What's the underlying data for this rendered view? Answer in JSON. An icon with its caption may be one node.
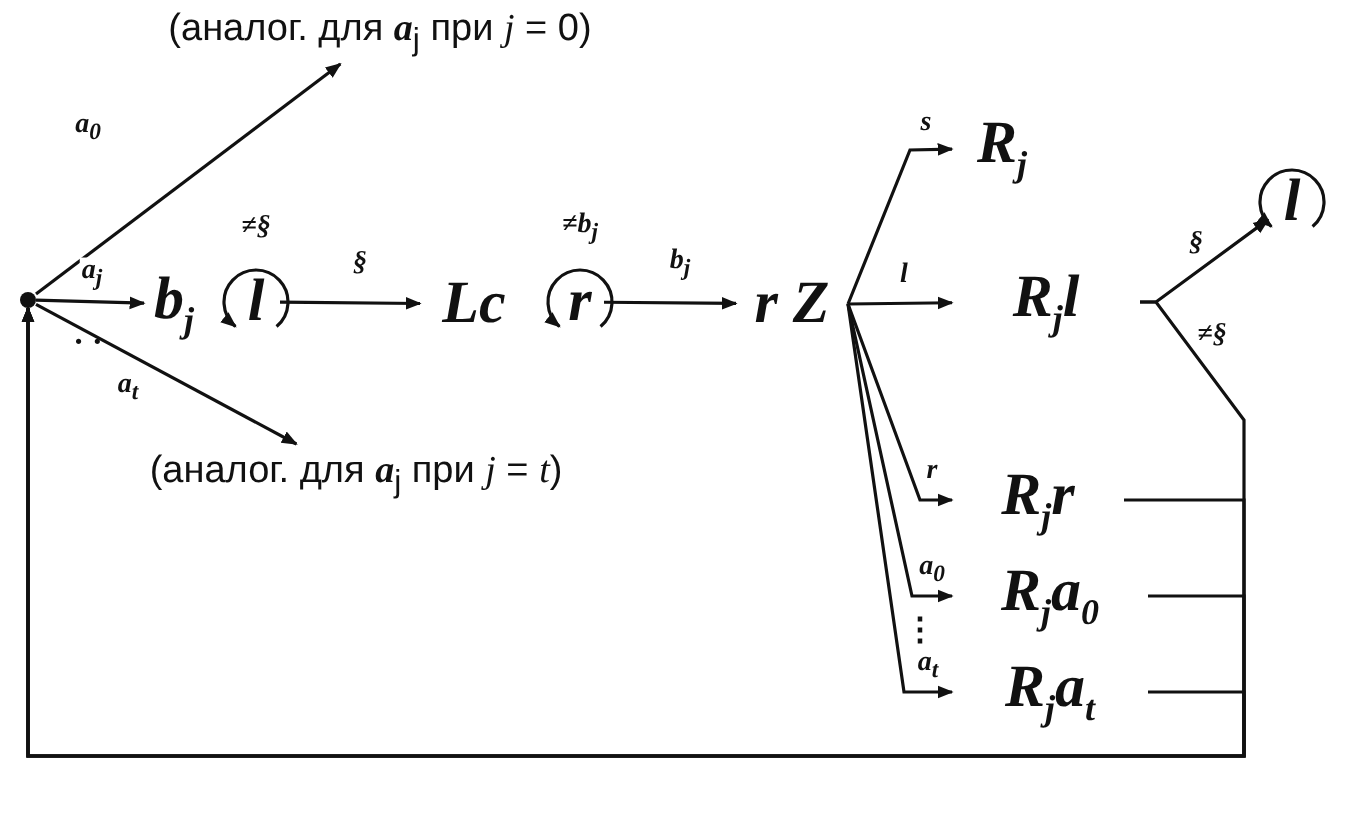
{
  "diagram": {
    "nodes": [
      {
        "text": [],
        "shape": "circle"
      },
      {
        "text": [
          "(аналог. для **a**$_{j}$ при *j* = 0)"
        ]
      },
      {
        "text": [
          "b$_{j}$"
        ]
      },
      {
        "text": [
          "l"
        ]
      },
      {
        "text": [
          "Lc"
        ]
      },
      {
        "text": [
          "r"
        ]
      },
      {
        "text": [
          "r Z"
        ]
      },
      {
        "text": [
          "R$_{j}$"
        ]
      },
      {
        "text": [
          "R$_{j}$l"
        ]
      },
      {
        "text": [
          "l"
        ]
      },
      {
        "text": [
          "R$_{j}$r"
        ]
      },
      {
        "text": [
          "R$_{j}$a$_{0}$"
        ]
      },
      {
        "text": [
          "R$_{j}$a$_{t}$"
        ]
      },
      {
        "text": [
          "(аналог. для **a**$_{j}$ при *j* = *t*)"
        ]
      }
    ],
    "edges": [
      {
        "from": 0,
        "to": 1,
        "arrow": "to",
        "label": "a$_{0}$"
      },
      {
        "from": 0,
        "to": 2,
        "arrow": "to",
        "label": "a$_{j}$"
      },
      {
        "from": 0,
        "to": 13,
        "arrow": "to",
        "label": "a$_{t}$"
      },
      {
        "from": 3,
        "to": 3,
        "arrow": "to",
        "label": "≠§"
      },
      {
        "from": 3,
        "to": 4,
        "arrow": "to",
        "label": "§"
      },
      {
        "from": 5,
        "to": 5,
        "arrow": "to",
        "label": "≠b$_{j}$"
      },
      {
        "from": 5,
        "to": 6,
        "arrow": "to",
        "label": "b$_{j}$"
      },
      {
        "from": 6,
        "to": 7,
        "arrow": "to",
        "label": "s"
      },
      {
        "from": 6,
        "to": 8,
        "arrow": "to",
        "label": "l"
      },
      {
        "from": 6,
        "to": 10,
        "arrow": "to",
        "label": "r"
      },
      {
        "from": 6,
        "to": 11,
        "arrow": "to",
        "label": "a$_{0}$"
      },
      {
        "from": 6,
        "to": 12,
        "arrow": "to",
        "label": "a$_{t}$"
      },
      {
        "from": 8,
        "to": 9,
        "arrow": "to",
        "label": "§"
      },
      {
        "from": 9,
        "to": 9,
        "arrow": "to"
      },
      {
        "from": 8,
        "to": 0,
        "arrow": "to",
        "label": "≠§"
      },
      {
        "from": 10,
        "to": 0,
        "arrow": "to"
      },
      {
        "from": 11,
        "to": 0,
        "arrow": "to"
      },
      {
        "from": 12,
        "to": 0,
        "arrow": "to"
      }
    ],
    "labels": [
      "· ·",
      "⋮"
    ]
  }
}
